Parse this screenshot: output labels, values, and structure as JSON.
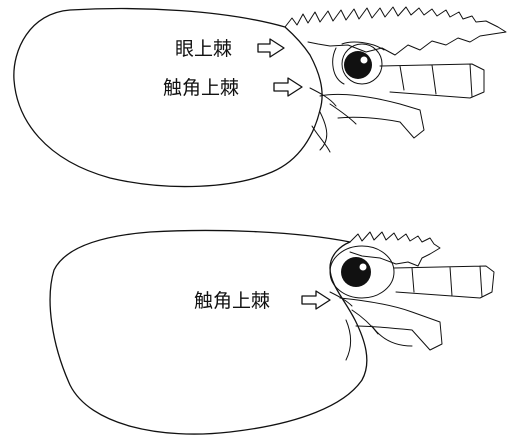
{
  "labels": {
    "top_supraorbital": "眼上棘",
    "top_antennal": "触角上棘",
    "bottom_antennal": "触角上棘"
  },
  "colors": {
    "line": "#111111",
    "background": "#ffffff"
  }
}
